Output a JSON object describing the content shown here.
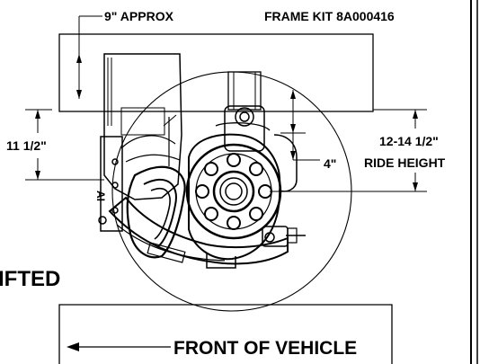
{
  "labels": {
    "top_clearance": "9\" APPROX",
    "frame_kit": "FRAME KIT 8A000416",
    "left_height": "11 1/2\"",
    "lift_dim": "4\"",
    "ride_height_value": "12-14 1/2\"",
    "ride_height_label": "RIDE HEIGHT",
    "lifted_partial": "IFTED",
    "front_of_vehicle": "FRONT OF VEHICLE",
    "part_marking": "AI"
  }
}
